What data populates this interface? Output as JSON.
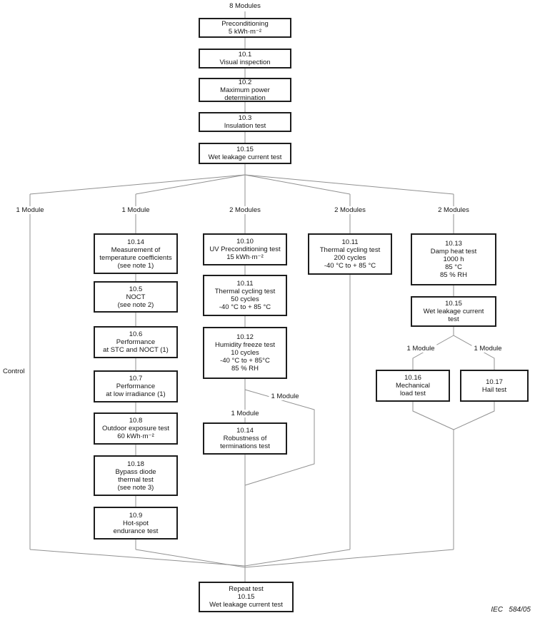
{
  "diagram": {
    "top_label": "8 Modules",
    "branch_labels": [
      "1 Module",
      "1 Module",
      "2 Modules",
      "2 Modules",
      "2 Modules"
    ],
    "control_label": "Control",
    "bypass_label": "1 Module",
    "pre_robustness_label": "1 Module",
    "split_labels": [
      "1 Module",
      "1 Module"
    ],
    "footer": "IEC   584/05",
    "colors": {
      "line": "#919191",
      "box_border": "#1d1d1d",
      "text": "#161616"
    },
    "nodes": {
      "precon": {
        "lines": [
          "Preconditioning",
          "5 kWh·m⁻²"
        ]
      },
      "v101": {
        "lines": [
          "10.1",
          "Visual inspection"
        ]
      },
      "v102": {
        "lines": [
          "10.2",
          "Maximum power",
          "determination"
        ]
      },
      "v103": {
        "lines": [
          "10.3",
          "Insulation test"
        ]
      },
      "v1015": {
        "lines": [
          "10.15",
          "Wet leakage current test"
        ]
      },
      "v1014a": {
        "lines": [
          "10.14",
          "Measurement of",
          "temperature coefficients",
          "(see note 1)"
        ]
      },
      "v105": {
        "lines": [
          "10.5",
          "NOCT",
          "(see note 2)"
        ]
      },
      "v106": {
        "lines": [
          "10.6",
          "Performance",
          "at STC and NOCT (1)"
        ]
      },
      "v107": {
        "lines": [
          "10.7",
          "Performance",
          "at low irradiance (1)"
        ]
      },
      "v108": {
        "lines": [
          "10.8",
          "Outdoor exposure test",
          "60 kWh·m⁻²"
        ]
      },
      "v1018": {
        "lines": [
          "10.18",
          "Bypass diode",
          "thermal test",
          "(see note 3)"
        ]
      },
      "v109": {
        "lines": [
          "10.9",
          "Hot-spot",
          "endurance test"
        ]
      },
      "v1010": {
        "lines": [
          "10.10",
          "UV Preconditioning test",
          "15 kWh·m⁻²"
        ]
      },
      "v1011a": {
        "lines": [
          "10.11",
          "Thermal cycling test",
          "50 cycles",
          "-40 °C to + 85 °C"
        ]
      },
      "v1012": {
        "lines": [
          "10.12",
          "Humidity freeze test",
          "10 cycles",
          "-40 °C to + 85°C",
          "85 % RH"
        ]
      },
      "v1014b": {
        "lines": [
          "10.14",
          "Robustness of",
          "terminations test"
        ]
      },
      "v1011b": {
        "lines": [
          "10.11",
          "Thermal cycling test",
          "200 cycles",
          "-40 °C to + 85 °C"
        ]
      },
      "v1013": {
        "lines": [
          "10.13",
          "Damp heat test",
          "1000 h",
          "85 °C",
          "85 % RH"
        ]
      },
      "v1015b": {
        "lines": [
          "10.15",
          "Wet leakage current",
          "test"
        ]
      },
      "v1016": {
        "lines": [
          "10.16",
          "Mechanical",
          "load test"
        ]
      },
      "v1017": {
        "lines": [
          "10.17",
          "Hail test"
        ]
      },
      "repeat": {
        "lines": [
          "Repeat test",
          "10.15",
          "Wet leakage current test"
        ]
      }
    }
  }
}
